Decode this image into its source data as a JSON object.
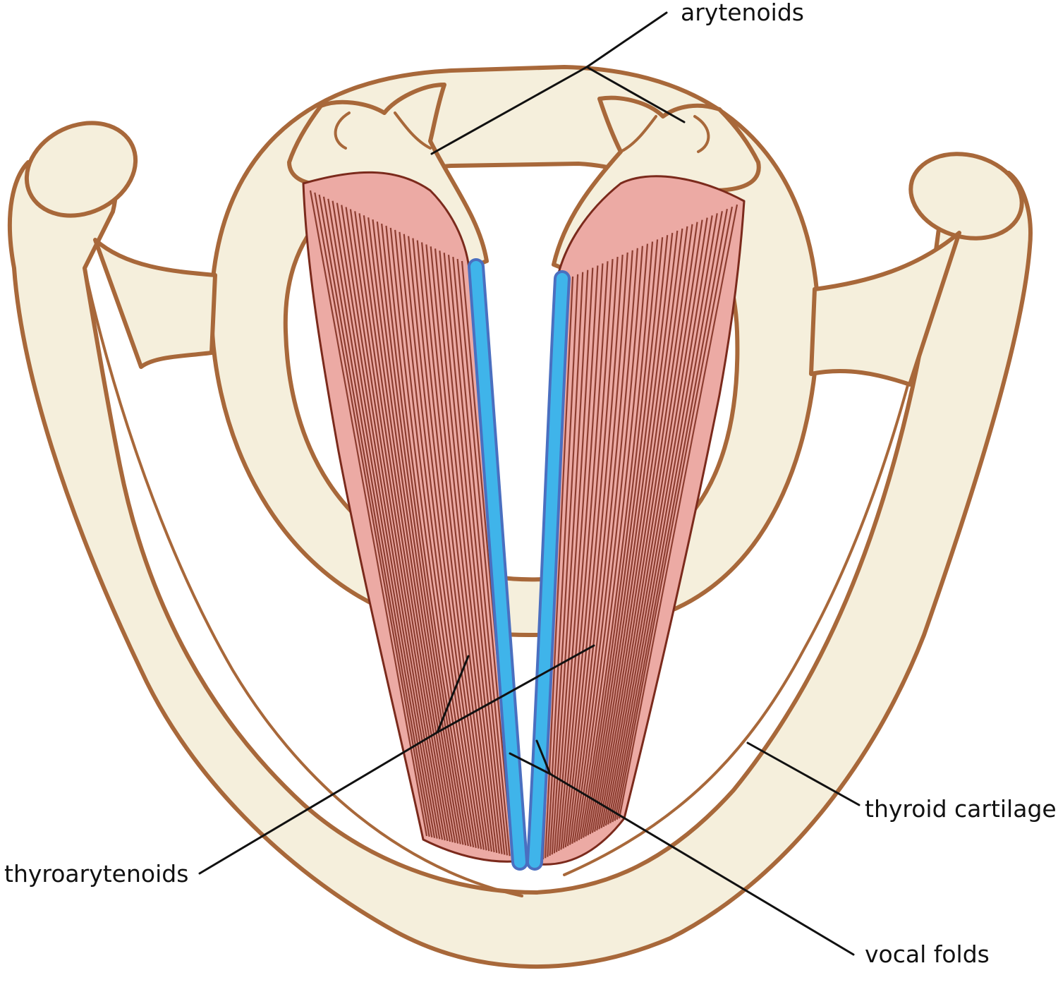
{
  "labels": {
    "arytenoids": "arytenoids",
    "thyroid_cartilage": "thyroid cartilage",
    "thyroarytenoids": "thyroarytenoids",
    "vocal_folds": "vocal folds"
  },
  "colors": {
    "cartilage_fill": "#f5efdc",
    "cartilage_outline": "#a8683a",
    "muscle_fill": "#ecaaa4",
    "muscle_fiber": "#7b2a1c",
    "vocal_fold": "#3fb4ea",
    "vocal_fold_edge": "#4a6fc0",
    "leader_line": "#111111"
  }
}
